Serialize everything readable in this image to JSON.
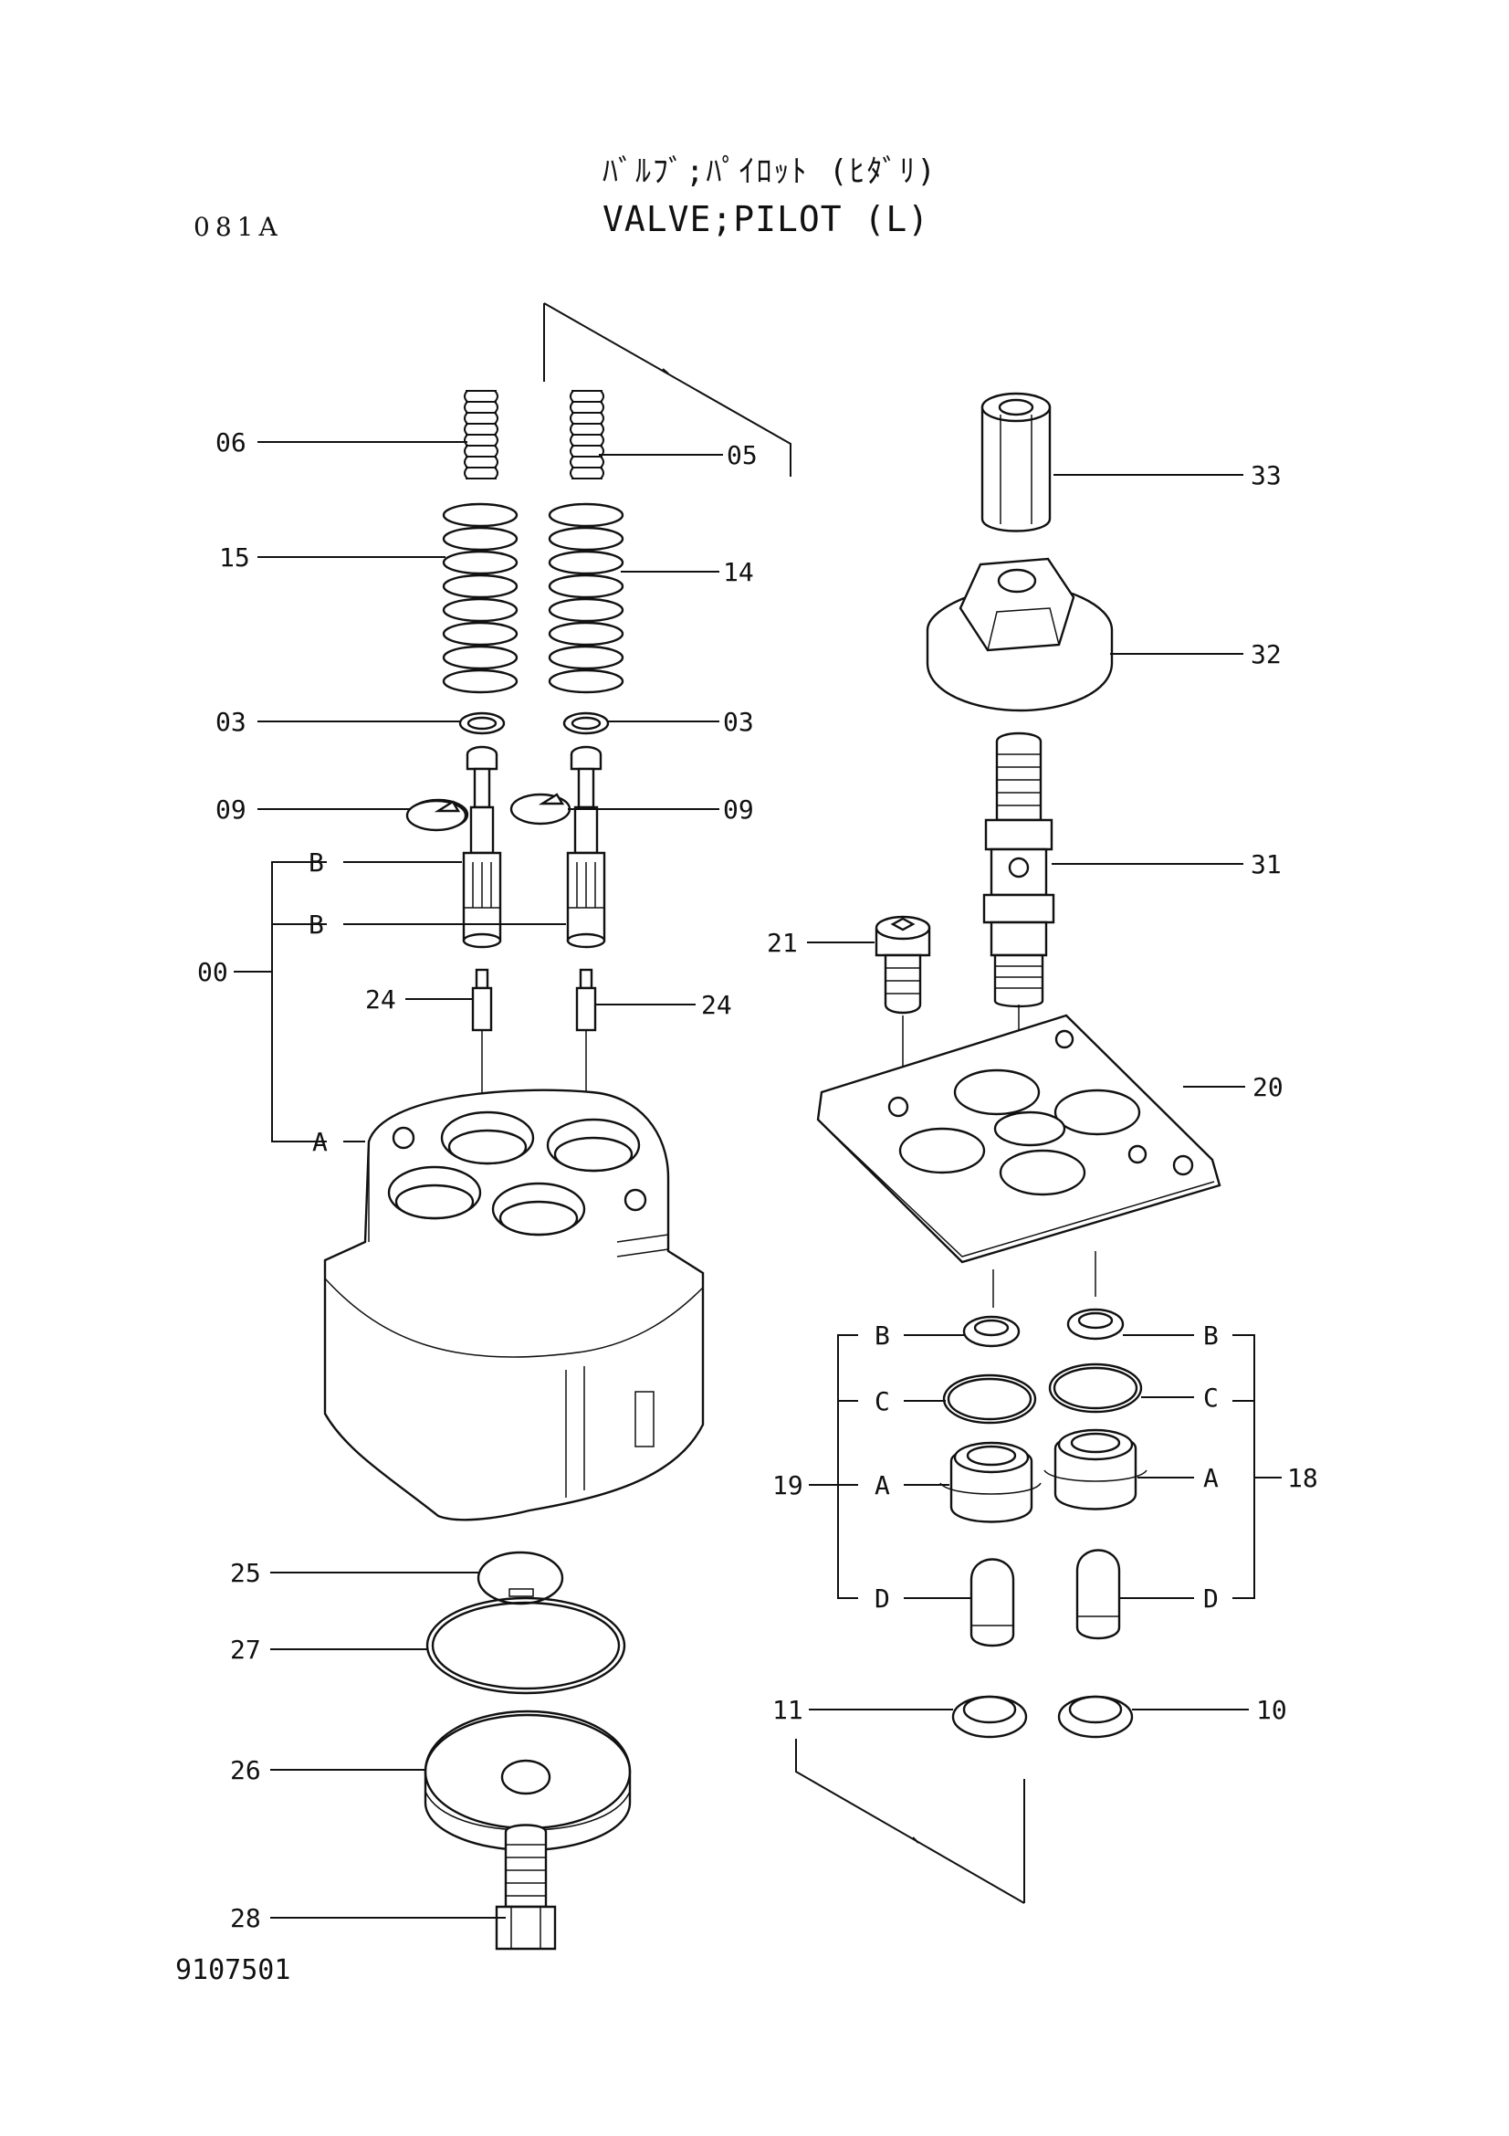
{
  "header": {
    "title_jp": "ﾊﾞﾙﾌﾞ;ﾊﾟｲﾛｯﾄ (ﾋﾀﾞﾘ)",
    "title_en": "VALVE;PILOT (L)",
    "sheet_code": "081A",
    "drawing_no": "9107501"
  },
  "callouts": {
    "p06": "06",
    "p05": "05",
    "p15": "15",
    "p14": "14",
    "p03_l": "03",
    "p03_r": "03",
    "p09_l": "09",
    "p09_r": "09",
    "p00": "00",
    "b1": "B",
    "b2": "B",
    "a_body": "A",
    "p24_l": "24",
    "p24_r": "24",
    "p25": "25",
    "p27": "27",
    "p26": "26",
    "p28": "28",
    "p33": "33",
    "p32": "32",
    "p31": "31",
    "p21": "21",
    "p20": "20",
    "p19": "19",
    "p18": "18",
    "p11": "11",
    "p10": "10",
    "lb": "B",
    "lc": "C",
    "la": "A",
    "ld": "D",
    "rb": "B",
    "rc": "C",
    "ra": "A",
    "rd": "D"
  }
}
